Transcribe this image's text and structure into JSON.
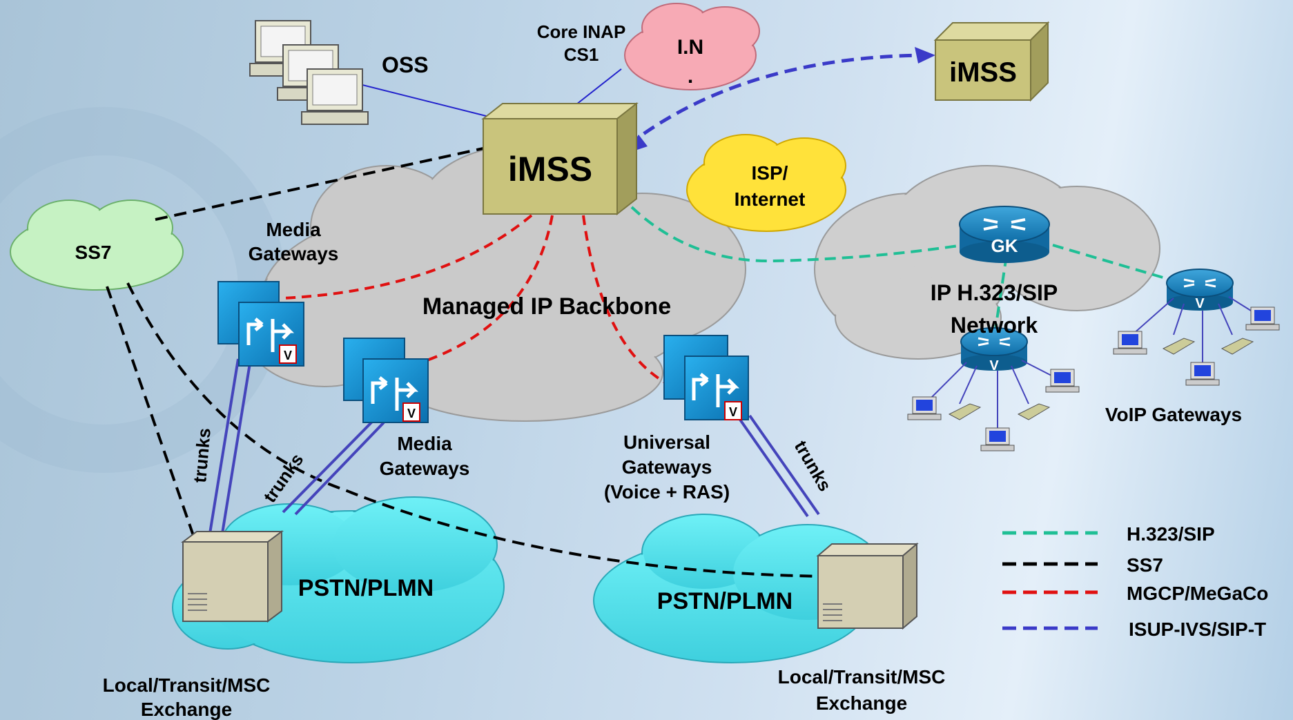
{
  "labels": {
    "oss": "OSS",
    "core_inap_line1": "Core INAP",
    "core_inap_line2": "CS1",
    "in_cloud": "I.N",
    "in_cloud_dot": ".",
    "imss_main": "iMSS",
    "imss_remote": "iMSS",
    "isp_line1": "ISP/",
    "isp_line2": "Internet",
    "ss7_cloud": "SS7",
    "media_gw_top_line1": "Media",
    "media_gw_top_line2": "Gateways",
    "backbone": "Managed IP Backbone",
    "media_gw_mid_line1": "Media",
    "media_gw_mid_line2": "Gateways",
    "universal_line1": "Universal",
    "universal_line2": "Gateways",
    "universal_line3": "(Voice + RAS)",
    "gk": "GK",
    "ip_net_line1": "IP H.323/SIP",
    "ip_net_line2": "Network",
    "voip_gateways": "VoIP Gateways",
    "router_v": "V",
    "gw_badge": "V",
    "trunks_left": "trunks",
    "trunks_mid": "trunks",
    "trunks_right": "trunks",
    "pstn_left": "PSTN/PLMN",
    "pstn_right": "PSTN/PLMN",
    "exchange_left_line1": "Local/Transit/MSC",
    "exchange_left_line2": "Exchange",
    "exchange_right_line1": "Local/Transit/MSC",
    "exchange_right_line2": "Exchange"
  },
  "legend": [
    {
      "label": "H.323/SIP",
      "color": "#1fbf95"
    },
    {
      "label": "SS7",
      "color": "#000000"
    },
    {
      "label": "MGCP/MeGaCo",
      "color": "#e01010"
    },
    {
      "label": "ISUP-IVS/SIP-T",
      "color": "#3a3ac8"
    }
  ],
  "colors": {
    "h323": "#1fbf95",
    "ss7": "#000000",
    "mgcp": "#e01010",
    "isup": "#3a3ac8",
    "solid_link": "#2222cc",
    "trunk": "#4444bb",
    "imss_box": "#c8c47e",
    "pstn_cloud": "#55e3ec",
    "ss7_cloud": "#c7f2c4",
    "in_cloud": "#f6aab6",
    "isp_cloud": "#ffe13a",
    "backbone_cloud": "#cacaca",
    "gateway_blue": "#0f8fd0",
    "router_blue": "#1a88c6"
  }
}
